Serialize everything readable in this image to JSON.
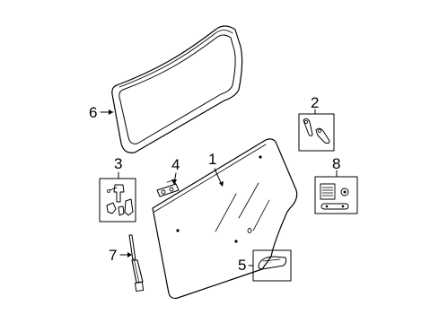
{
  "callouts": {
    "c1": "1",
    "c2": "2",
    "c3": "3",
    "c4": "4",
    "c5": "5",
    "c6": "6",
    "c7": "7",
    "c8": "8"
  },
  "colors": {
    "stroke": "#000000",
    "background": "#ffffff",
    "detail": "#555555"
  }
}
